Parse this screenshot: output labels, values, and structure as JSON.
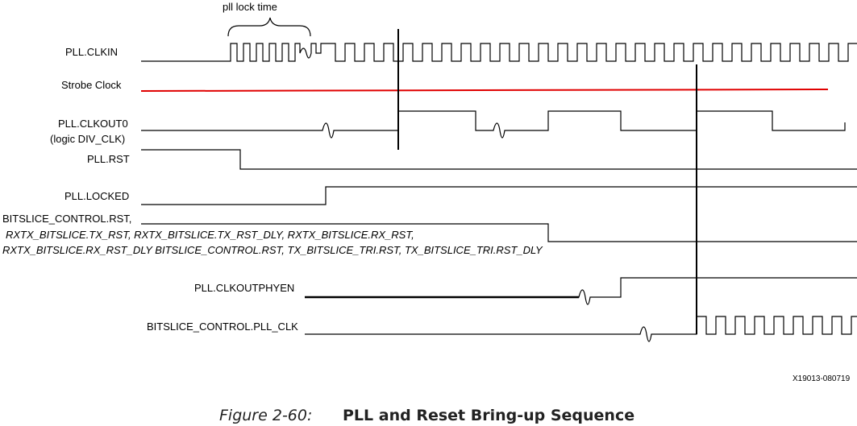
{
  "annotation": "pll lock time",
  "signals": {
    "clkin": "PLL.CLKIN",
    "strobe": "Strobe Clock",
    "clkout0_line1": "PLL.CLKOUT0",
    "clkout0_line2": "(logic DIV_CLK)",
    "rst": "PLL.RST",
    "locked": "PLL.LOCKED",
    "bitslice_rst_line1": "BITSLICE_CONTROL.RST,",
    "bitslice_rst_line2": "RXTX_BITSLICE.TX_RST, RXTX_BITSLICE.TX_RST_DLY, RXTX_BITSLICE.RX_RST,",
    "bitslice_rst_line3": "RXTX_BITSLICE.RX_RST_DLY BITSLICE_CONTROL.RST, TX_BITSLICE_TRI.RST, TX_BITSLICE_TRI.RST_DLY",
    "clkoutphyen": "PLL.CLKOUTPHYEN",
    "pll_clk": "BITSLICE_CONTROL.PLL_CLK"
  },
  "figure_id": "X19013-080719",
  "caption": {
    "number": "Figure 2-60:",
    "title": "PLL and Reset Bring-up Sequence"
  },
  "colors": {
    "strobe_line": "#e00000",
    "wave": "#000000"
  }
}
